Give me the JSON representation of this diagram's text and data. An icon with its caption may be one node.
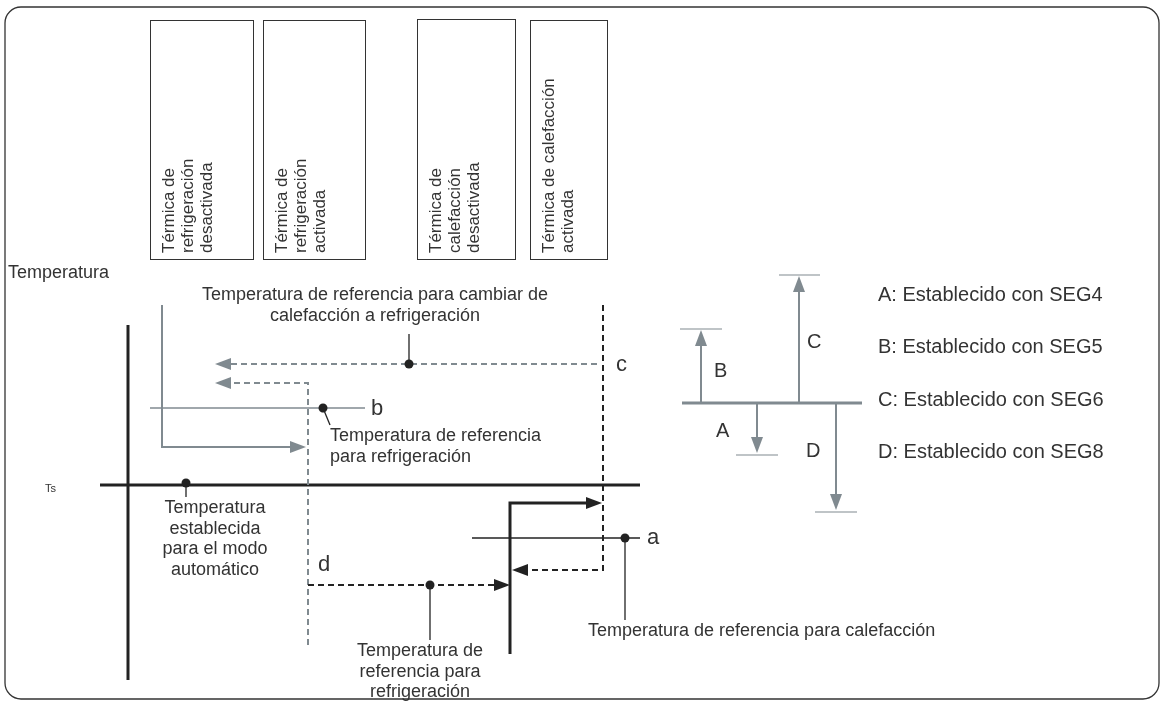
{
  "diagram": {
    "nodes": [
      {
        "text": [
          "Térmica de refrigeración desactivada"
        ]
      },
      {
        "text": [
          "Térmica de refrigeración activada"
        ]
      },
      {
        "text": [
          "Térmica de calefacción desactivada"
        ]
      },
      {
        "text": [
          "Térmica de calefacción activada"
        ]
      },
      {
        "text": [
          "Temperatura de referencia para cambiar de calefacción a refrigeración"
        ]
      },
      {
        "text": [
          "Temperatura de referencia para refrigeración"
        ]
      },
      {
        "text": [
          "Temperatura establecida para el modo automático"
        ]
      },
      {
        "text": [
          "Temperatura de referencia para refrigeración"
        ]
      },
      {
        "text": [
          "Temperatura de referencia para calefacción"
        ]
      }
    ],
    "edges": [
      {
        "from": 4,
        "to": null,
        "arrow": "other"
      },
      {
        "from": 5,
        "to": null,
        "arrow": "other"
      },
      {
        "from": 6,
        "to": null,
        "arrow": "other"
      },
      {
        "from": 7,
        "to": null,
        "arrow": "other"
      },
      {
        "from": 8,
        "to": null,
        "arrow": "other"
      }
    ],
    "labels": [
      "Temperatura",
      "A: Establecido con SEG4",
      "c",
      "B",
      "C",
      "B: Establecido con SEG5",
      "b",
      "A",
      "D",
      "C: Establecido con SEG6",
      "Ts",
      "D: Establecido con SEG8",
      "a",
      "d"
    ]
  }
}
